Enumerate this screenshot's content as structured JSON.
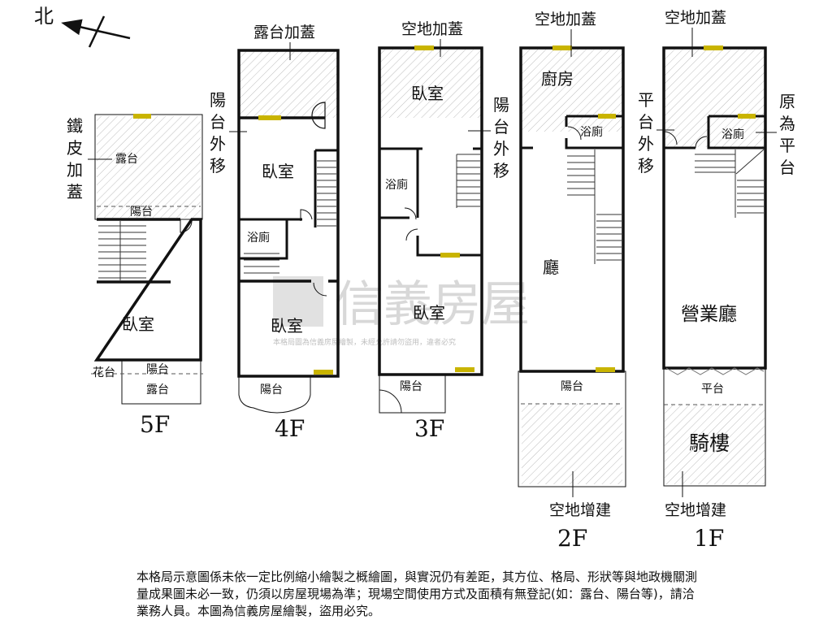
{
  "compass": {
    "north_label": "北"
  },
  "watermark": {
    "brand": "信義房屋",
    "notice": "本格局圖為信義房屋繪製，未經允許請勿盜用，違者必究"
  },
  "floors": {
    "f5": {
      "label": "5F",
      "rooms": {
        "terrace": "露台",
        "bedroom": "臥室",
        "balcony_top": "陽台",
        "planter": "花台",
        "balcony_bottom": "陽台",
        "terrace_bottom": "露台"
      },
      "note_iron_roof": "鐵皮加蓋"
    },
    "f4": {
      "label": "4F",
      "rooms": {
        "bedroom_upper": "臥室",
        "bathroom": "浴廁",
        "bedroom_lower": "臥室",
        "balcony": "陽台"
      },
      "note_top": "露台加蓋",
      "note_side": "陽台外移"
    },
    "f3": {
      "label": "3F",
      "rooms": {
        "bedroom_upper": "臥室",
        "bathroom": "浴廁",
        "bedroom_lower": "臥室",
        "balcony": "陽台"
      },
      "note_top": "空地加蓋",
      "note_side": "陽台外移"
    },
    "f2": {
      "label": "2F",
      "rooms": {
        "kitchen": "廚房",
        "bathroom": "浴廁",
        "hall": "廳",
        "balcony": "陽台"
      },
      "note_top": "空地加蓋",
      "note_bottom": "空地增建"
    },
    "f1": {
      "label": "1F",
      "rooms": {
        "bathroom": "浴廁",
        "business_hall": "營業廳",
        "platform": "平台",
        "arcade": "騎樓"
      },
      "note_top": "空地加蓋",
      "note_left": "平台外移",
      "note_right": "原為平台",
      "note_bottom": "空地增建"
    }
  },
  "disclaimer": "本格局示意圖係未依一定比例縮小繪製之概繪圖，與實況仍有差距，其方位、格局、形狀等與地政機關測量成果圖未必一致，仍須以房屋現場為準；現場空間使用方式及面積有無登記(如：露台、陽台等)，請洽業務人員。本圖為信義房屋繪製，盜用必究。"
}
